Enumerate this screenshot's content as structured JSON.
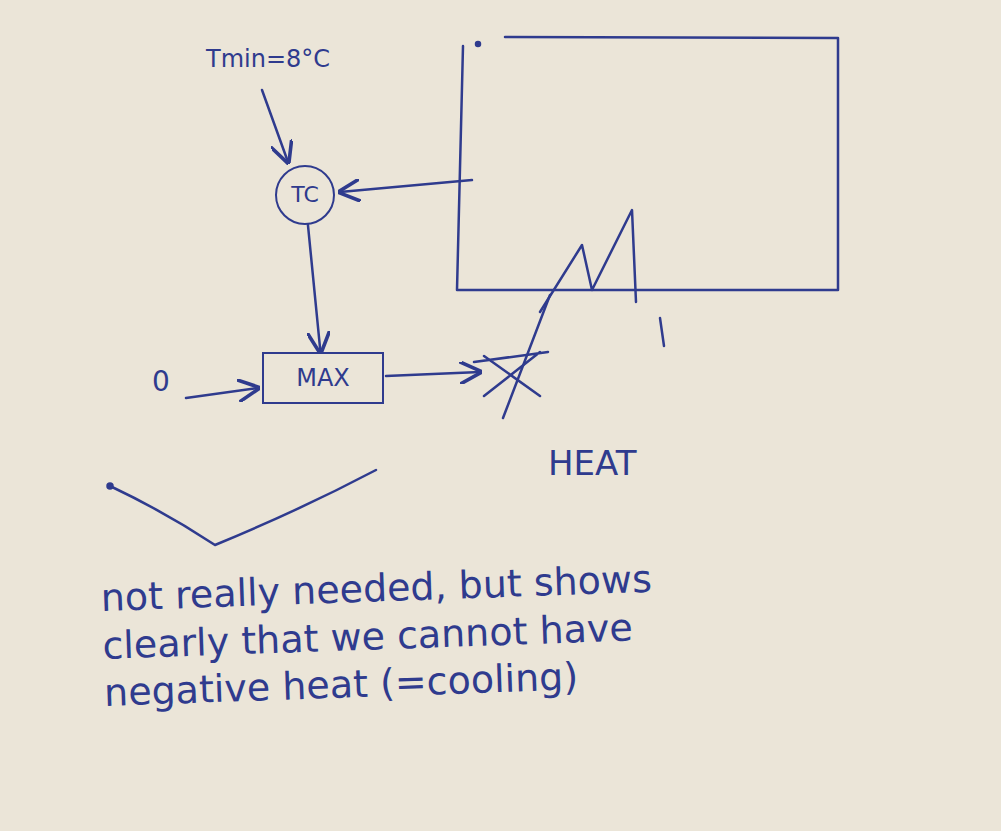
{
  "diagram": {
    "nodes": [
      {
        "text": [
          "TC"
        ]
      },
      {
        "text": [
          "MAX"
        ]
      }
    ],
    "edges": [
      {
        "from": 0,
        "to": 1,
        "arrow": "to"
      }
    ],
    "labels": [
      "Tmin=8°C",
      "0",
      "HEAT",
      "not really needed, but shows clearly that we cannot have negative heat (=cooling)"
    ]
  }
}
